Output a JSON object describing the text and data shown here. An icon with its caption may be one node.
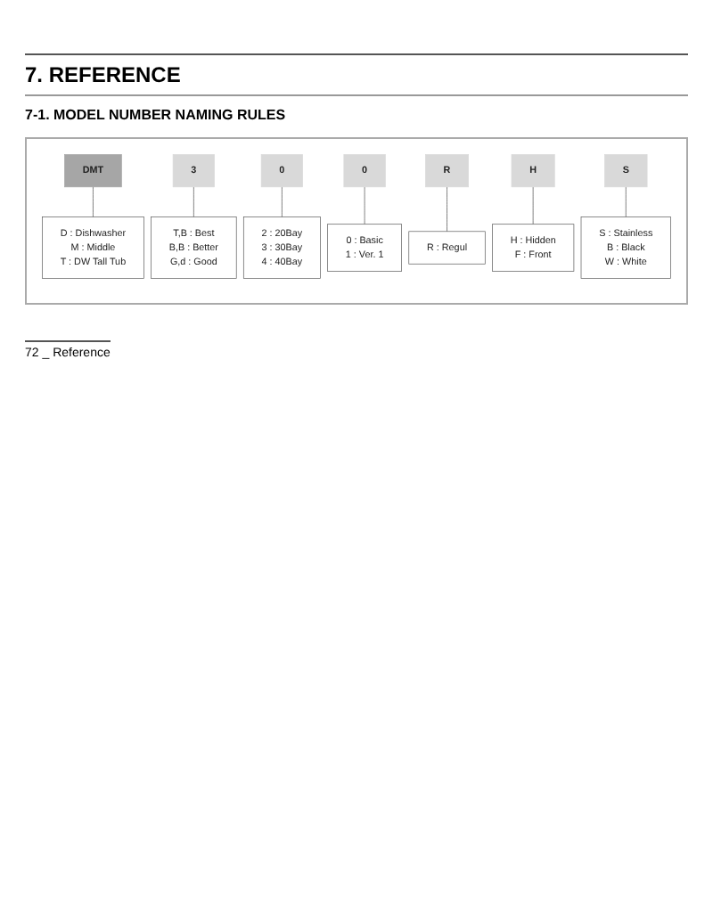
{
  "diagram": {
    "title": "7. REFERENCE",
    "nodes": [
      {
        "text": [
          "DMT"
        ]
      },
      {
        "text": [
          "3"
        ]
      },
      {
        "text": [
          "0"
        ]
      },
      {
        "text": [
          "0"
        ]
      },
      {
        "text": [
          "R"
        ]
      },
      {
        "text": [
          "H"
        ]
      },
      {
        "text": [
          "S"
        ]
      },
      {
        "text": [
          "D : Dishwasher",
          "M : Middle",
          "T : DW Tall Tub"
        ]
      },
      {
        "text": [
          "2 : 20Bay",
          "3 : 30Bay",
          "4 : 40Bay"
        ]
      },
      {
        "text": [
          "R : Regul"
        ]
      },
      {
        "text": [
          "H : Hidden",
          "F : Front"
        ]
      },
      {
        "text": [
          "T,B : Best",
          "B,B : Better",
          "G,d : Good"
        ]
      },
      {
        "text": [
          "0 : Basic",
          "1 : Ver. 1"
        ]
      },
      {
        "text": [
          "S : Stainless",
          "B : Black",
          "W : White"
        ]
      }
    ],
    "edges": [
      {
        "from": 0,
        "to": 7,
        "arrow": "none"
      },
      {
        "from": 1,
        "to": 11,
        "arrow": "none"
      },
      {
        "from": 2,
        "to": 8,
        "arrow": "none"
      },
      {
        "from": 3,
        "to": 12,
        "arrow": "none"
      },
      {
        "from": 4,
        "to": 9,
        "arrow": "none"
      },
      {
        "from": 5,
        "to": 10,
        "arrow": "none"
      },
      {
        "from": 6,
        "to": 13,
        "arrow": "none"
      }
    ],
    "labels": [
      "7-1. MODEL NUMBER NAMING RULES",
      "72 _ Reference"
    ]
  }
}
